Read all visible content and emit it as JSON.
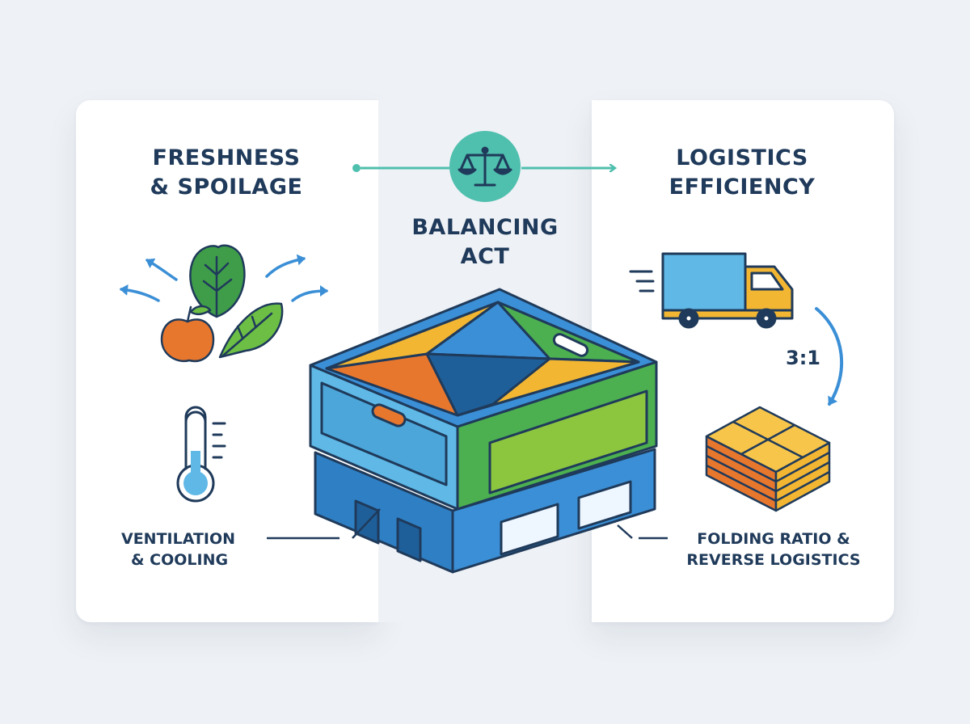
{
  "left": {
    "title_line1": "FRESHNESS",
    "title_line2": "& SPOILAGE",
    "label_line1": "VENTILATION",
    "label_line2": "& COOLING"
  },
  "center": {
    "title_line1": "BALANCING",
    "title_line2": "ACT",
    "icon": "balance-scale-icon"
  },
  "right": {
    "title_line1": "LOGISTICS",
    "title_line2": "EFFICIENCY",
    "ratio": "3:1",
    "label_line1": "FOLDING RATIO &",
    "label_line2": "REVERSE LOGISTICS"
  },
  "colors": {
    "navy": "#1f3a5a",
    "teal": "#4fbfae",
    "blue": "#3b8fd6",
    "green": "#6cbf44",
    "orange": "#e8772e",
    "yellow": "#f2b632"
  }
}
